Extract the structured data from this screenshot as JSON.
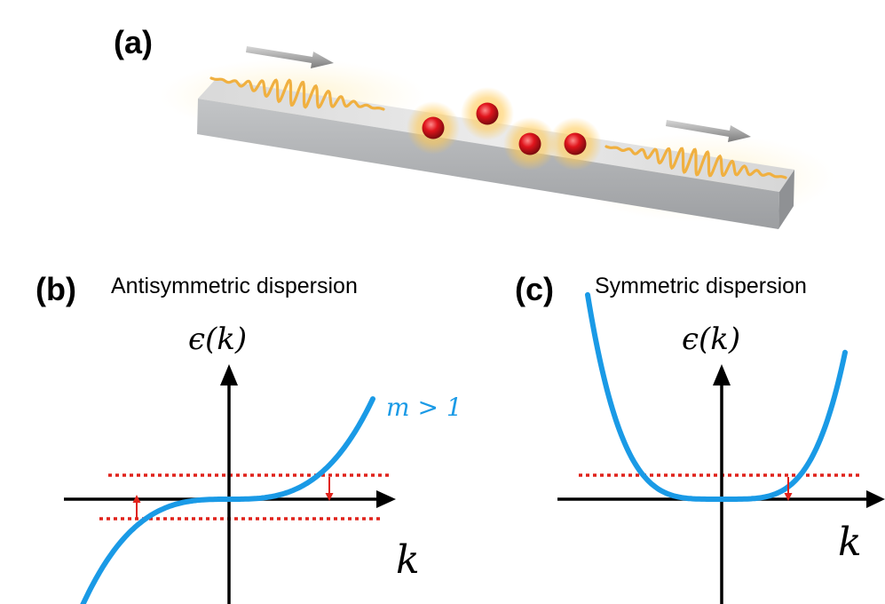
{
  "panel_a": {
    "label": "(a)"
  },
  "panel_b": {
    "label": "(b)",
    "title": "Antisymmetric dispersion",
    "y_axis_label": "ϵ(k)",
    "x_axis_label": "k",
    "curve_label": "m > 1"
  },
  "panel_c": {
    "label": "(c)",
    "title": "Symmetric dispersion",
    "y_axis_label": "ϵ(k)",
    "x_axis_label": "k"
  },
  "colors": {
    "curve": "#1a9ae6",
    "dotted_line": "#e0221b",
    "arrow_red": "#e0221b",
    "waveguide_top": "#e6e6e6",
    "waveguide_side": "#b9bbbd",
    "atom": "#d8141c",
    "photon": "#f0b040",
    "glow": "#ffd77a"
  }
}
